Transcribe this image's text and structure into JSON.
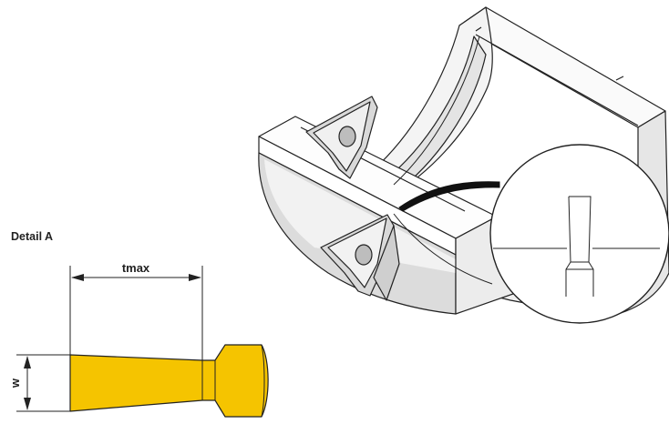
{
  "detail_title": "Detail A",
  "dimensions": {
    "length_label": "tmax",
    "width_label": "w"
  },
  "colors": {
    "insert_fill": "#f5c400",
    "outline": "#222222",
    "body_shade": "#dcdcdc",
    "body_light": "#f2f2f2"
  }
}
